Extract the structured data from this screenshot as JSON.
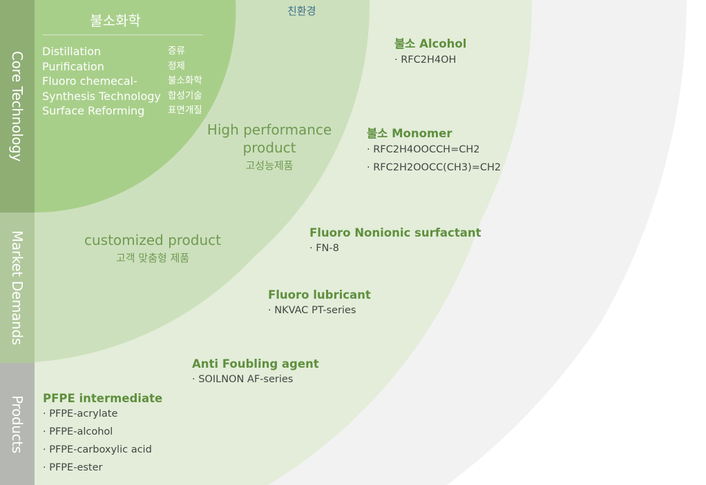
{
  "side_labels": {
    "core": "Core Technology",
    "market": "Market Demands",
    "products": "Products"
  },
  "core": {
    "title": "불소화학",
    "items_en": [
      "Distillation",
      "Purification",
      "Fluoro chemecal-",
      "Synthesis Technology",
      "Surface Reforming"
    ],
    "items_ko": [
      "증류",
      "정제",
      "불소화학",
      "합성기술",
      "표면개질"
    ]
  },
  "eco_label": "친환경",
  "high_performance": {
    "title_line1": "High performance",
    "title_line2": "product",
    "subtitle": "고성능제품"
  },
  "customized": {
    "title": "customized product",
    "subtitle": "고객 맞춤형 제품"
  },
  "products": [
    {
      "title": "불소 Alcohol",
      "items": [
        "· RFC2H4OH"
      ]
    },
    {
      "title": "불소 Monomer",
      "items": [
        "· RFC2H4OOCCH=CH2",
        "· RFC2H2OOCC(CH3)=CH2"
      ]
    },
    {
      "title": "Fluoro Nonionic surfactant",
      "items": [
        "· FN-8"
      ]
    },
    {
      "title": "Fluoro lubricant",
      "items": [
        "· NKVAC PT-series"
      ]
    },
    {
      "title": "Anti Foubling agent",
      "items": [
        "· SOILNON AF-series"
      ]
    },
    {
      "title": "PFPE intermediate",
      "items": [
        "· PFPE-acrylate",
        "· PFPE-alcohol",
        "· PFPE-carboxylic acid",
        "· PFPE-ester"
      ]
    }
  ],
  "colors": {
    "ring_outer": "#f2f2f2",
    "ring_products": "#e3edd9",
    "ring_market": "#cde0bd",
    "ring_core": "#a8cf8a",
    "bar_core": "#8eae74",
    "bar_market": "#b0c89c",
    "bar_products": "#b5b8b2",
    "accent_text": "#6f9a52"
  }
}
